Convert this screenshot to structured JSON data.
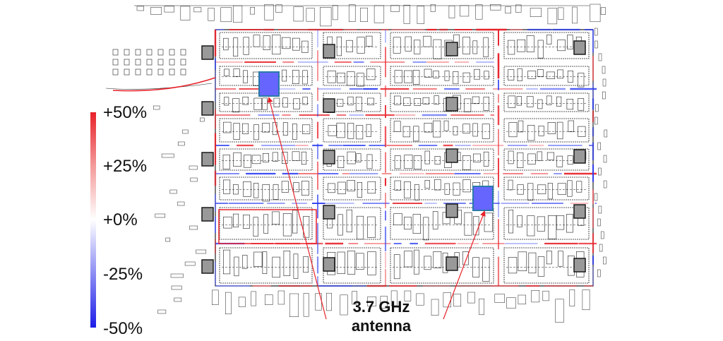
{
  "colorbar": {
    "ticks": [
      "+50%",
      "+25%",
      "+0%",
      "-25%",
      "-50%"
    ],
    "colors": {
      "top": "#e8222a",
      "middle": "#ffffff",
      "bottom": "#1c1ce8"
    }
  },
  "antenna": {
    "label_line1": "3.7 GHz",
    "label_line2": "antenna",
    "count": 2,
    "fill_color": "#6666ff",
    "border_color": "#2a7aa8"
  },
  "markers": {
    "fill_color": "#999999",
    "border_color": "#1a1a1a"
  },
  "arrow_color": "#e8222a",
  "map": {
    "line_color": "#222222",
    "positive_color": "#e8222a",
    "negative_color": "#2b3cf0"
  }
}
